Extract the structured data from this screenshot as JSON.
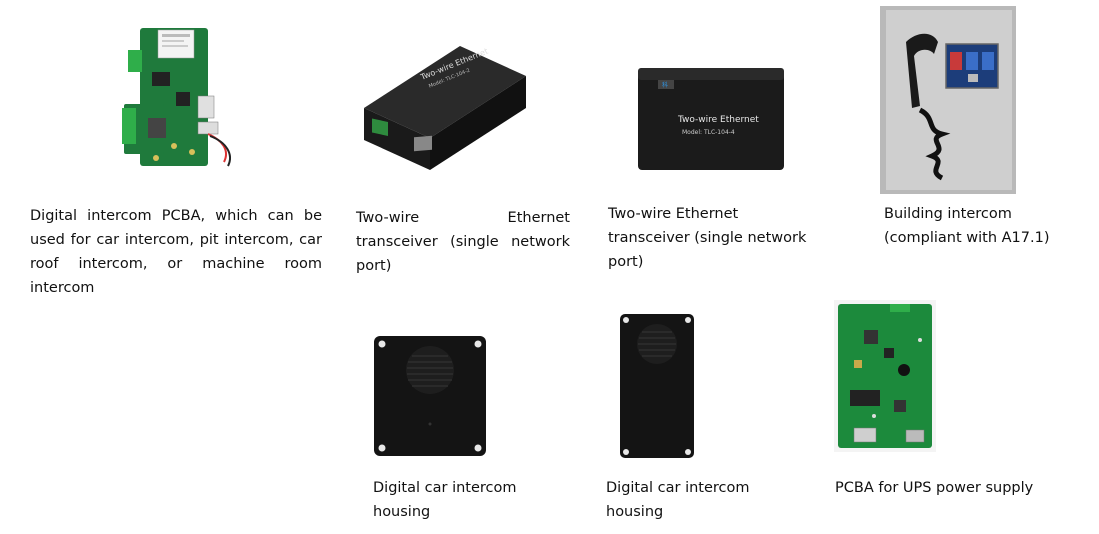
{
  "products": [
    {
      "id": "intercom-pcba",
      "caption": "Digital intercom PCBA, which can be used for car intercom, pit intercom, car roof intercom, or machine room intercom"
    },
    {
      "id": "ethernet-transceiver-1",
      "caption": "Two-wire Ethernet transceiver (single network port)",
      "device_label": "Two-wire Ethernet",
      "model_label": "Model: TLC-104-2"
    },
    {
      "id": "ethernet-transceiver-2",
      "caption": "Two-wire Ethernet transceiver (single network port)",
      "device_label": "Two-wire Ethernet",
      "model_label": "Model: TLC-104-4"
    },
    {
      "id": "building-intercom",
      "caption": "Building intercom (compliant with A17.1)"
    },
    {
      "id": "car-intercom-housing-1",
      "caption": "Digital car intercom housing"
    },
    {
      "id": "car-intercom-housing-2",
      "caption": "Digital car intercom housing"
    },
    {
      "id": "ups-pcba",
      "caption": "PCBA for UPS power supply"
    }
  ]
}
